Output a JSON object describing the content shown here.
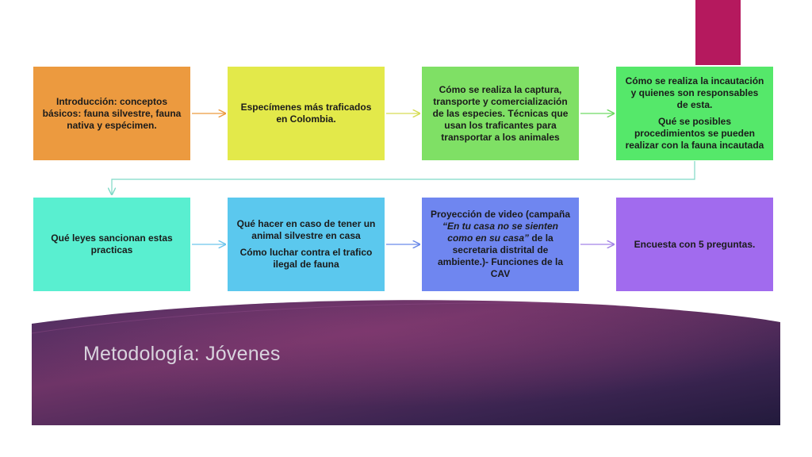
{
  "title": "Metodología: Jóvenes",
  "colors": {
    "accent_bar": "#b5195e",
    "banner_gradient": [
      "#6e3467",
      "#2a1c46"
    ]
  },
  "boxes": [
    {
      "id": "b1",
      "color": "#ec9a3f",
      "lines": [
        {
          "text": "Introducción: conceptos básicos: fauna silvestre, fauna nativa y espécimen."
        }
      ]
    },
    {
      "id": "b2",
      "color": "#e3e94a",
      "lines": [
        {
          "text": "Especímenes más traficados en Colombia."
        }
      ]
    },
    {
      "id": "b3",
      "color": "#7fe065",
      "lines": [
        {
          "text": "Cómo se realiza la captura, transporte y comercialización de las especies. Técnicas que usan los traficantes para transportar a los animales"
        }
      ]
    },
    {
      "id": "b4",
      "color": "#55e86a",
      "lines": [
        {
          "text": "Cómo se realiza la incautación y quienes son responsables de esta."
        },
        {
          "text": "Qué se posibles procedimientos se pueden realizar con la fauna incautada"
        }
      ]
    },
    {
      "id": "b5",
      "color": "#59efd0",
      "lines": [
        {
          "text": "Qué leyes sancionan estas practicas"
        }
      ]
    },
    {
      "id": "b6",
      "color": "#5bc8ee",
      "lines": [
        {
          "text": "Qué hacer en caso de tener un animal silvestre en casa"
        },
        {
          "text": "Cómo luchar contra el trafico ilegal de fauna"
        }
      ]
    },
    {
      "id": "b7",
      "color": "#6f86f0",
      "lines": [
        {
          "text": "Proyección de video (campaña "
        },
        {
          "text": "“En tu casa no se sienten como en su casa”"
        },
        {
          "text": " de la secretaria distrital de ambiente.)- Funciones de la CAV"
        }
      ]
    },
    {
      "id": "b8",
      "color": "#a16bee",
      "lines": [
        {
          "text": "Encuesta con 5 preguntas."
        }
      ]
    }
  ]
}
